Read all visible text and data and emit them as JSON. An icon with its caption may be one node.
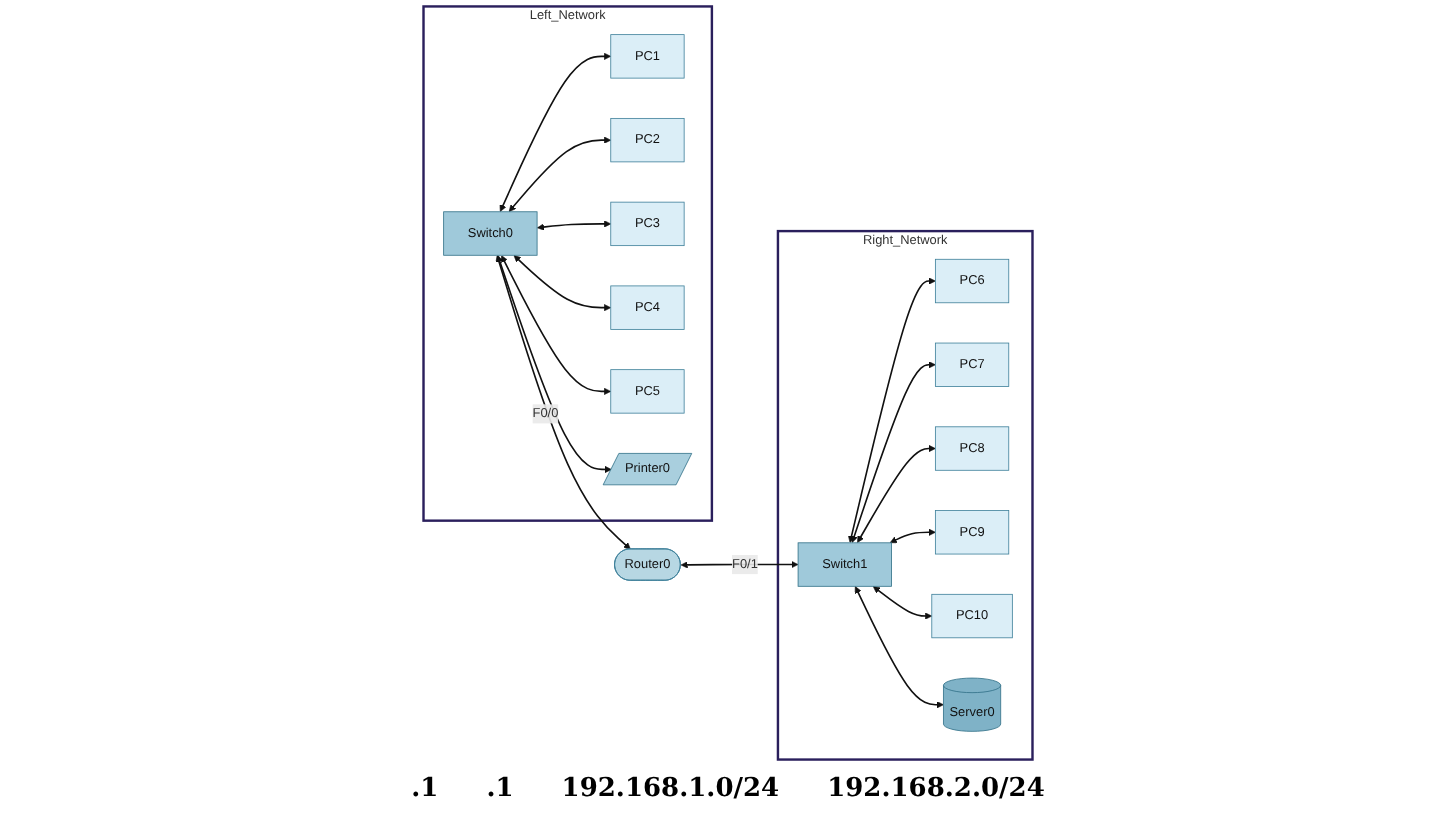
{
  "diagram": {
    "nodes": [
      {
        "text": [
          "Left_Network"
        ]
      },
      {
        "text": [
          "PC1"
        ],
        "in": 0
      },
      {
        "text": [
          "PC2"
        ],
        "in": 0
      },
      {
        "text": [
          "PC3"
        ],
        "in": 0
      },
      {
        "text": [
          "Switch0"
        ],
        "in": 0
      },
      {
        "text": [
          "PC4"
        ],
        "in": 0
      },
      {
        "text": [
          "PC5"
        ],
        "in": 0
      },
      {
        "text": [
          "Printer0"
        ],
        "in": 0
      },
      {
        "text": [
          "Router0"
        ]
      },
      {
        "text": [
          "Right_Network"
        ]
      },
      {
        "text": [
          "PC6"
        ],
        "in": 9
      },
      {
        "text": [
          "PC7"
        ],
        "in": 9
      },
      {
        "text": [
          "PC8"
        ],
        "in": 9
      },
      {
        "text": [
          "Switch1"
        ],
        "in": 9
      },
      {
        "text": [
          "PC9"
        ],
        "in": 9
      },
      {
        "text": [
          "PC10"
        ],
        "in": 9
      },
      {
        "text": [
          "Server0"
        ],
        "in": 9
      }
    ],
    "edges": [
      {
        "from": 4,
        "to": 1,
        "arrow": "both"
      },
      {
        "from": 4,
        "to": 2,
        "arrow": "both"
      },
      {
        "from": 4,
        "to": 3,
        "arrow": "both"
      },
      {
        "from": 4,
        "to": 5,
        "arrow": "both"
      },
      {
        "from": 4,
        "to": 6,
        "arrow": "both"
      },
      {
        "from": 4,
        "to": 7,
        "arrow": "both"
      },
      {
        "from": 4,
        "to": 8,
        "label": "F0/0",
        "arrow": "both"
      },
      {
        "from": 8,
        "to": 13,
        "label": "F0/1",
        "arrow": "both"
      },
      {
        "from": 13,
        "to": 10,
        "arrow": "both"
      },
      {
        "from": 13,
        "to": 11,
        "arrow": "both"
      },
      {
        "from": 13,
        "to": 12,
        "arrow": "both"
      },
      {
        "from": 13,
        "to": 14,
        "arrow": "both"
      },
      {
        "from": 13,
        "to": 15,
        "arrow": "both"
      },
      {
        "from": 13,
        "to": 16,
        "arrow": "both"
      }
    ],
    "labels": [
      ".1",
      ".1",
      "192.168.1.0/24",
      "192.168.2.0/24"
    ]
  }
}
